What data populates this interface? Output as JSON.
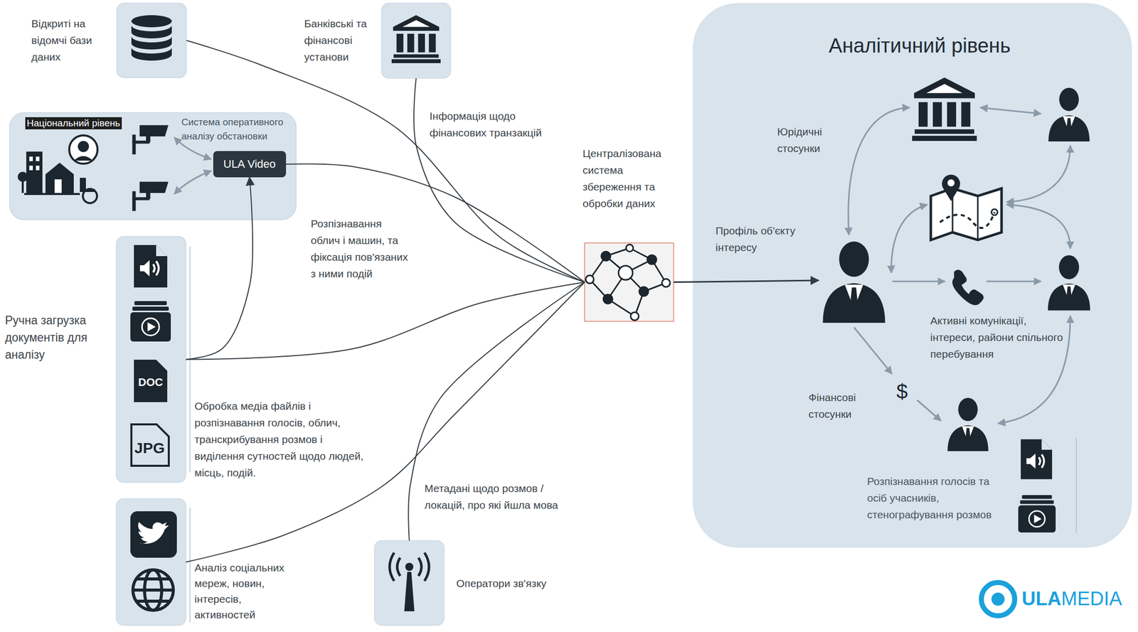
{
  "diagram": {
    "nodes": [
      {
        "text": [
          "Відкриті на відомчі бази даних"
        ]
      },
      {
        "text": [
          "Банківські та фінансові установи"
        ]
      },
      {
        "text": [
          "Національний рівень",
          "Система оперативного аналізу обстановки"
        ]
      },
      {
        "text": [
          "ULA Video"
        ],
        "in": 2
      },
      {
        "text": [
          "Ручна загрузка документів для аналізу",
          "Обробка медіа файлів і розпізнавання голосів, облич, транскрибування розмов і виділення сутностей щодо людей, місць, подій."
        ]
      },
      {
        "text": [
          "Централізована система збереження та обробки даних"
        ]
      },
      {
        "text": [
          "Аналітичний рівень"
        ]
      },
      {
        "text": [
          "Профіль об'єкту інтересу"
        ],
        "in": 6
      },
      {
        "text": [
          "Аналіз соціальних мереж, новин, інтересів, активностей"
        ]
      },
      {
        "text": [
          "Оператори зв'язку"
        ]
      }
    ],
    "edges": [
      {
        "from": 0,
        "to": 5,
        "arrow": "none"
      },
      {
        "from": 1,
        "to": 5,
        "label": "Інформація щодо фінансових транзакцій",
        "arrow": "none"
      },
      {
        "from": 3,
        "to": 5,
        "label": "Розпізнавання облич і машин, та фіксація пов'язаних з ними подій",
        "arrow": "none"
      },
      {
        "from": 4,
        "to": 3,
        "arrow": "to"
      },
      {
        "from": 4,
        "to": 5,
        "arrow": "none"
      },
      {
        "from": 8,
        "to": 5,
        "arrow": "none"
      },
      {
        "from": 9,
        "to": 5,
        "label": "Метадані щодо розмов / локацій, про які йшла мова",
        "arrow": "none"
      },
      {
        "from": 5,
        "to": 7,
        "arrow": "to"
      }
    ],
    "labels": [
      "Юрідичні стосунки",
      "Активні комунікації, інтереси, райони спільного перебування",
      "Фінансові стосунки",
      "Розпізнавання голосів та осіб учасників, стенографування розмов",
      "$",
      "DOC",
      "JPG",
      "ULA",
      "MEDIA"
    ]
  }
}
